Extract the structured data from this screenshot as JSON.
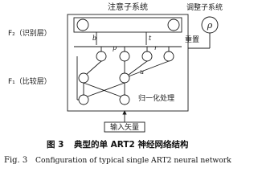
{
  "diagram": {
    "attention_subsystem_label": "注意子系统",
    "orienting_subsystem_label": "调整子系统",
    "rho_symbol": "ρ",
    "f2_label": "F₂（识别层）",
    "f1_label": "F₁（比较层）",
    "reset_label": "重置",
    "var_b": "b",
    "var_t": "t",
    "var_p": "p",
    "var_r": "r",
    "var_u": "u",
    "normalize_label": "归一化处理",
    "input_label": "输入矢量"
  },
  "caption": {
    "zh_fig": "图 3",
    "zh_text": "典型的单 ART2 神经网络结构",
    "en_fig": "Fig. 3",
    "en_text": "Configuration of typical single ART2 neural network"
  }
}
